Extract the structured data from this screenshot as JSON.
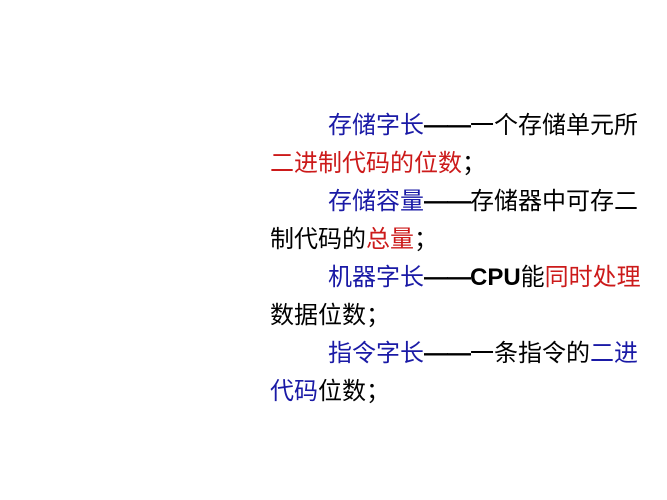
{
  "lines": [
    {
      "indent": true,
      "segments": [
        {
          "text": "存储字长",
          "color": "blue",
          "style": "normal"
        },
        {
          "text": "——",
          "color": "black",
          "style": "dash"
        },
        {
          "text": "一个存储单元所",
          "color": "black",
          "style": "normal"
        }
      ]
    },
    {
      "indent": false,
      "segments": [
        {
          "text": "二进制代码的位数",
          "color": "red",
          "style": "normal"
        },
        {
          "text": "；",
          "color": "black",
          "style": "normal"
        }
      ]
    },
    {
      "indent": true,
      "segments": [
        {
          "text": "存储容量",
          "color": "blue",
          "style": "normal"
        },
        {
          "text": "——",
          "color": "black",
          "style": "dash"
        },
        {
          "text": "存储器中可存二",
          "color": "black",
          "style": "normal"
        }
      ]
    },
    {
      "indent": false,
      "segments": [
        {
          "text": "制代码的",
          "color": "black",
          "style": "normal"
        },
        {
          "text": "总量",
          "color": "red",
          "style": "normal"
        },
        {
          "text": "；",
          "color": "black",
          "style": "normal"
        }
      ]
    },
    {
      "indent": true,
      "segments": [
        {
          "text": "机器字长",
          "color": "blue",
          "style": "normal"
        },
        {
          "text": "——",
          "color": "black",
          "style": "dash"
        },
        {
          "text": "CPU",
          "color": "black",
          "style": "sans"
        },
        {
          "text": "能",
          "color": "black",
          "style": "normal"
        },
        {
          "text": "同时处理",
          "color": "red",
          "style": "normal"
        }
      ]
    },
    {
      "indent": false,
      "segments": [
        {
          "text": "数据位数",
          "color": "black",
          "style": "normal"
        },
        {
          "text": "；",
          "color": "black",
          "style": "normal"
        }
      ]
    },
    {
      "indent": true,
      "segments": [
        {
          "text": "指令字长",
          "color": "blue",
          "style": "normal"
        },
        {
          "text": "——",
          "color": "black",
          "style": "dash"
        },
        {
          "text": "一条指令的",
          "color": "black",
          "style": "normal"
        },
        {
          "text": "二进",
          "color": "blue",
          "style": "normal"
        }
      ]
    },
    {
      "indent": false,
      "segments": [
        {
          "text": "代码",
          "color": "blue",
          "style": "normal"
        },
        {
          "text": "位数",
          "color": "black",
          "style": "normal"
        },
        {
          "text": "；",
          "color": "black",
          "style": "normal"
        }
      ]
    }
  ],
  "colors": {
    "blue": "#1a1aa6",
    "red": "#cc1a1a",
    "black": "#000000"
  }
}
